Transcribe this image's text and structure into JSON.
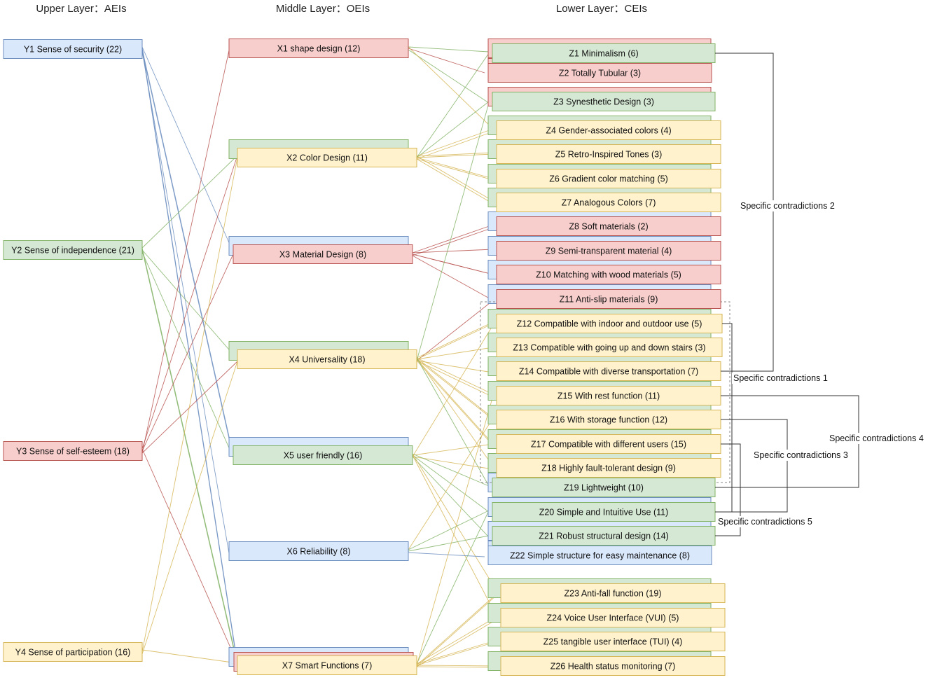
{
  "headers": {
    "upper": "Upper Layer：AEIs",
    "middle": "Middle Layer：OEIs",
    "lower": "Lower Layer：CEIs"
  },
  "colors": {
    "blue": {
      "fill": "#dae8fc",
      "stroke": "#6c8ebf"
    },
    "green": {
      "fill": "#d5e8d4",
      "stroke": "#82b366"
    },
    "red": {
      "fill": "#f8cecc",
      "stroke": "#b85450"
    },
    "yellow": {
      "fill": "#fff2cc",
      "stroke": "#d6b656"
    }
  },
  "upper": [
    {
      "id": "Y1",
      "label": "Y1 Sense of security (22)",
      "color": "blue"
    },
    {
      "id": "Y2",
      "label": "Y2 Sense of independence (21)",
      "color": "green"
    },
    {
      "id": "Y3",
      "label": "Y3 Sense of self-esteem (18)",
      "color": "red"
    },
    {
      "id": "Y4",
      "label": "Y4 Sense of participation (16)",
      "color": "yellow"
    }
  ],
  "middle": [
    {
      "id": "X1",
      "label": "X1 shape design (12)",
      "color": "red"
    },
    {
      "id": "X2",
      "label": "X2 Color Design (11)",
      "color": "yellow"
    },
    {
      "id": "X3",
      "label": "X3 Material Design (8)",
      "color": "red"
    },
    {
      "id": "X4",
      "label": "X4 Universality (18)",
      "color": "yellow"
    },
    {
      "id": "X5",
      "label": "X5 user friendly (16)",
      "color": "green"
    },
    {
      "id": "X6",
      "label": "X6  Reliability (8)",
      "color": "blue"
    },
    {
      "id": "X7",
      "label": "X7 Smart Functions (7)",
      "color": "yellow"
    }
  ],
  "lower": [
    {
      "id": "Z1",
      "label": "Z1 Minimalism (6)",
      "color": "green"
    },
    {
      "id": "Z2",
      "label": "Z2 Totally Tubular (3)",
      "color": "red"
    },
    {
      "id": "Z3",
      "label": "Z3 Synesthetic Design (3)",
      "color": "green"
    },
    {
      "id": "Z4",
      "label": "Z4 Gender-associated colors (4)",
      "color": "yellow"
    },
    {
      "id": "Z5",
      "label": "Z5 Retro-Inspired Tones (3)",
      "color": "yellow"
    },
    {
      "id": "Z6",
      "label": "Z6 Gradient color matching (5)",
      "color": "yellow"
    },
    {
      "id": "Z7",
      "label": "Z7 Analogous Colors (7)",
      "color": "yellow"
    },
    {
      "id": "Z8",
      "label": "Z8 Soft materials (2)",
      "color": "red"
    },
    {
      "id": "Z9",
      "label": "Z9 Semi-transparent material (4)",
      "color": "red"
    },
    {
      "id": "Z10",
      "label": "Z10 Matching with wood materials (5)",
      "color": "red"
    },
    {
      "id": "Z11",
      "label": "Z11 Anti-slip materials (9)",
      "color": "red"
    },
    {
      "id": "Z12",
      "label": "Z12 Compatible with indoor and outdoor use (5)",
      "color": "yellow"
    },
    {
      "id": "Z13",
      "label": "Z13 Compatible with going up and down stairs (3)",
      "color": "yellow"
    },
    {
      "id": "Z14",
      "label": "Z14 Compatible with diverse transportation (7)",
      "color": "yellow"
    },
    {
      "id": "Z15",
      "label": "Z15 With rest function (11)",
      "color": "yellow"
    },
    {
      "id": "Z16",
      "label": "Z16 With storage function (12)",
      "color": "yellow"
    },
    {
      "id": "Z17",
      "label": "Z17 Compatible with different users (15)",
      "color": "yellow"
    },
    {
      "id": "Z18",
      "label": "Z18 Highly fault-tolerant design (9)",
      "color": "yellow"
    },
    {
      "id": "Z19",
      "label": "Z19 Lightweight (10)",
      "color": "green"
    },
    {
      "id": "Z20",
      "label": "Z20 Simple and Intuitive Use (11)",
      "color": "green"
    },
    {
      "id": "Z21",
      "label": "Z21 Robust structural design (14)",
      "color": "green"
    },
    {
      "id": "Z22",
      "label": "Z22 Simple structure for easy maintenance (8)",
      "color": "blue"
    },
    {
      "id": "Z23",
      "label": "Z23 Anti-fall function (19)",
      "color": "yellow"
    },
    {
      "id": "Z24",
      "label": "Z24 Voice User Interface (VUI) (5)",
      "color": "yellow"
    },
    {
      "id": "Z25",
      "label": "Z25 tangible user interface (TUI) (4)",
      "color": "yellow"
    },
    {
      "id": "Z26",
      "label": "Z26 Health status monitoring (7)",
      "color": "yellow"
    }
  ],
  "contradictions": [
    {
      "label": "Specific contradictions 2",
      "between": [
        "Z1",
        "Z14"
      ]
    },
    {
      "label": "Specific contradictions 1",
      "between": [
        "Z12",
        "Z20"
      ]
    },
    {
      "label": "Specific contradictions 4",
      "between": [
        "Z15",
        "Z19"
      ]
    },
    {
      "label": "Specific contradictions 3",
      "between": [
        "Z16",
        "Z20"
      ]
    },
    {
      "label": "Specific contradictions 5",
      "between": [
        "Z17",
        "Z21"
      ]
    }
  ],
  "links_upper_middle": [
    [
      "Y1",
      "X3"
    ],
    [
      "Y1",
      "X5"
    ],
    [
      "Y1",
      "X6"
    ],
    [
      "Y1",
      "X7"
    ],
    [
      "Y1",
      "X7"
    ],
    [
      "Y1",
      "X5"
    ],
    [
      "Y2",
      "X2"
    ],
    [
      "Y2",
      "X4"
    ],
    [
      "Y2",
      "X5"
    ],
    [
      "Y2",
      "X7"
    ],
    [
      "Y2",
      "X7"
    ],
    [
      "Y3",
      "X1"
    ],
    [
      "Y3",
      "X2"
    ],
    [
      "Y3",
      "X3"
    ],
    [
      "Y3",
      "X4"
    ],
    [
      "Y3",
      "X7"
    ],
    [
      "Y4",
      "X2"
    ],
    [
      "Y4",
      "X4"
    ],
    [
      "Y4",
      "X7"
    ]
  ],
  "links_middle_lower": [
    [
      "X1",
      "Z1"
    ],
    [
      "X1",
      "Z2"
    ],
    [
      "X1",
      "Z3"
    ],
    [
      "X1",
      "Z4"
    ],
    [
      "X2",
      "Z3"
    ],
    [
      "X2",
      "Z4"
    ],
    [
      "X2",
      "Z5"
    ],
    [
      "X2",
      "Z6"
    ],
    [
      "X2",
      "Z7"
    ],
    [
      "X2",
      "Z4"
    ],
    [
      "X2",
      "Z5"
    ],
    [
      "X2",
      "Z6"
    ],
    [
      "X2",
      "Z7"
    ],
    [
      "X2",
      "Z1"
    ],
    [
      "X3",
      "Z8"
    ],
    [
      "X3",
      "Z9"
    ],
    [
      "X3",
      "Z10"
    ],
    [
      "X3",
      "Z11"
    ],
    [
      "X3",
      "Z8"
    ],
    [
      "X3",
      "Z10"
    ],
    [
      "X4",
      "Z11"
    ],
    [
      "X4",
      "Z12"
    ],
    [
      "X4",
      "Z13"
    ],
    [
      "X4",
      "Z14"
    ],
    [
      "X4",
      "Z15"
    ],
    [
      "X4",
      "Z16"
    ],
    [
      "X4",
      "Z17"
    ],
    [
      "X4",
      "Z18"
    ],
    [
      "X4",
      "Z12"
    ],
    [
      "X4",
      "Z15"
    ],
    [
      "X4",
      "Z16"
    ],
    [
      "X4",
      "Z17"
    ],
    [
      "X4",
      "Z3"
    ],
    [
      "X4",
      "Z19"
    ],
    [
      "X5",
      "Z17"
    ],
    [
      "X5",
      "Z18"
    ],
    [
      "X5",
      "Z19"
    ],
    [
      "X5",
      "Z20"
    ],
    [
      "X5",
      "Z21"
    ],
    [
      "X5",
      "Z23"
    ],
    [
      "X5",
      "Z24"
    ],
    [
      "X5",
      "Z12"
    ],
    [
      "X6",
      "Z20"
    ],
    [
      "X6",
      "Z21"
    ],
    [
      "X6",
      "Z22"
    ],
    [
      "X6",
      "Z16"
    ],
    [
      "X7",
      "Z23"
    ],
    [
      "X7",
      "Z24"
    ],
    [
      "X7",
      "Z25"
    ],
    [
      "X7",
      "Z26"
    ],
    [
      "X7",
      "Z23"
    ],
    [
      "X7",
      "Z24"
    ],
    [
      "X7",
      "Z25"
    ],
    [
      "X7",
      "Z26"
    ],
    [
      "X7",
      "Z20"
    ],
    [
      "X7",
      "Z15"
    ]
  ]
}
